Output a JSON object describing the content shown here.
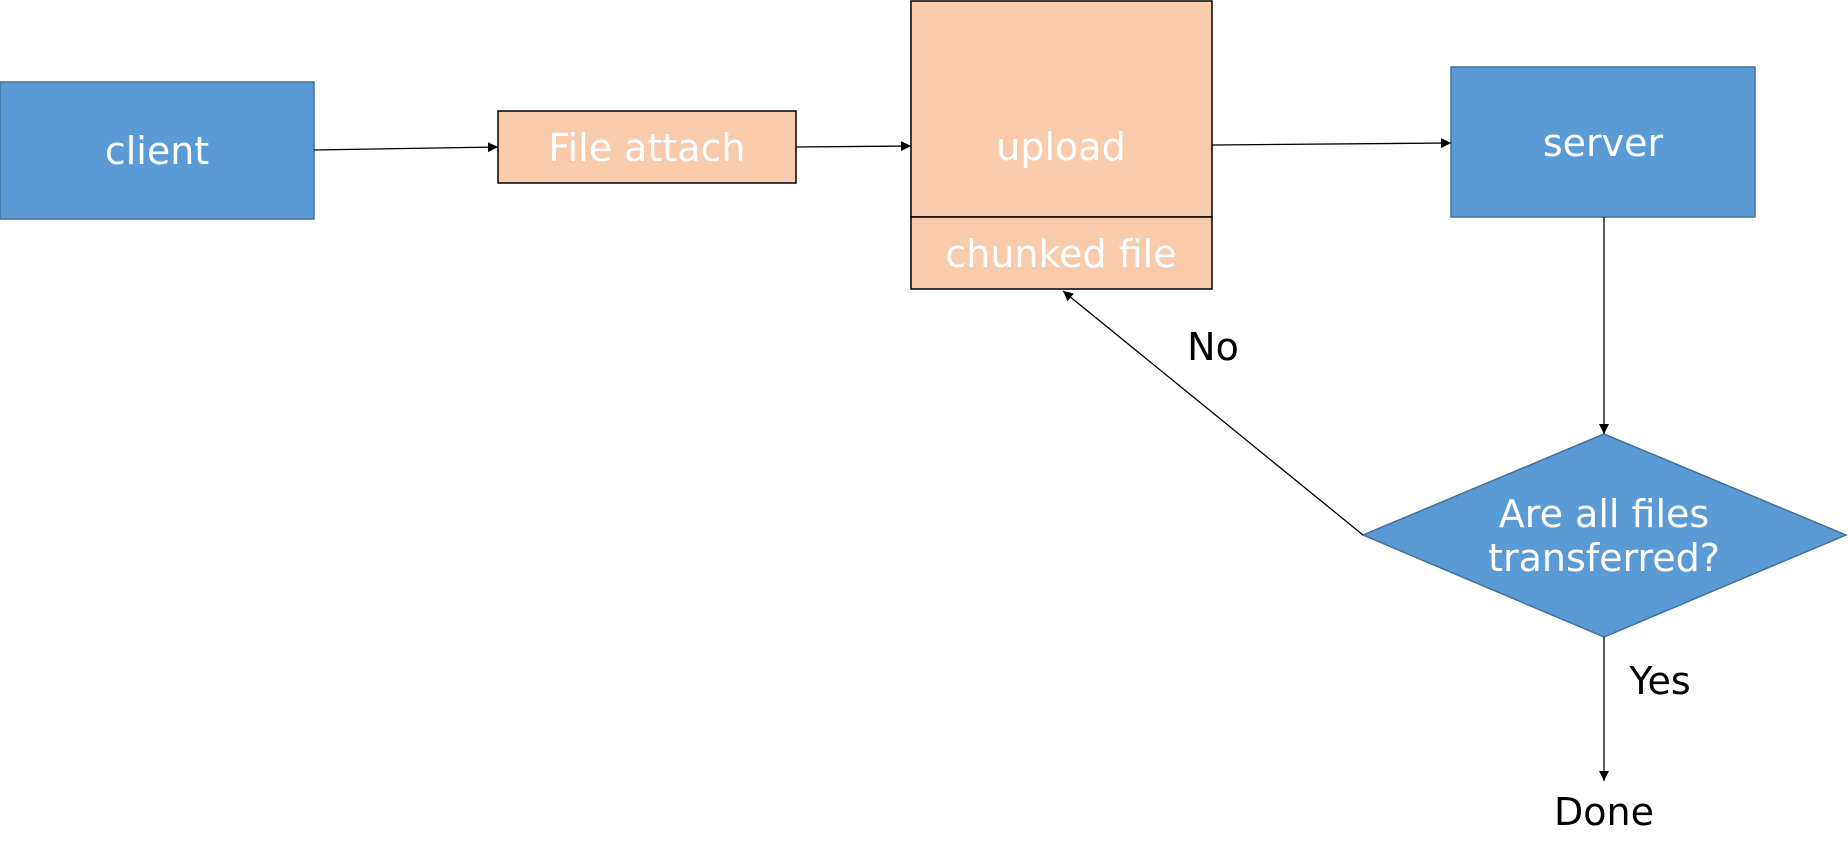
{
  "colors": {
    "blue_fill": "#5b9bd5",
    "blue_stroke": "#41719c",
    "peach_fill": "#f8cbad",
    "peach_stroke": "#000000",
    "node_text": "#ffffff",
    "edge_text": "#000000",
    "line": "#000000"
  },
  "nodes": {
    "client": "client",
    "file_attach": "File attach",
    "upload": "upload",
    "chunked_file": "chunked file",
    "server": "server",
    "decision_line1": "Are all files",
    "decision_line2": "transferred?",
    "done": "Done"
  },
  "edges": {
    "no_label": "No",
    "yes_label": "Yes"
  }
}
